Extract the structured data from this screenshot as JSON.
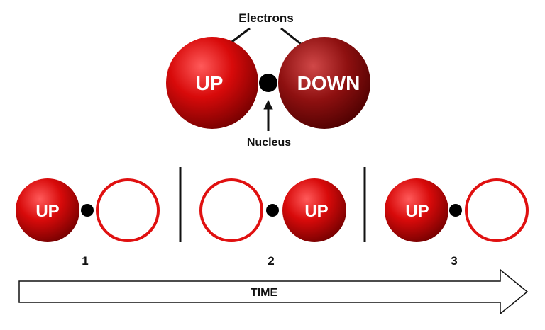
{
  "top": {
    "electrons_label": "Electrons",
    "nucleus_label": "Nucleus",
    "left_electron_label": "UP",
    "right_electron_label": "DOWN"
  },
  "steps": [
    {
      "number": "1",
      "electron_label": "UP",
      "filled_side": "left"
    },
    {
      "number": "2",
      "electron_label": "UP",
      "filled_side": "right"
    },
    {
      "number": "3",
      "electron_label": "UP",
      "filled_side": "left"
    }
  ],
  "time_label": "TIME",
  "colors": {
    "electron_red": "#d40000",
    "electron_dark_red": "#8a0a0a",
    "outline_red": "#e01010",
    "nucleus": "#000000"
  }
}
